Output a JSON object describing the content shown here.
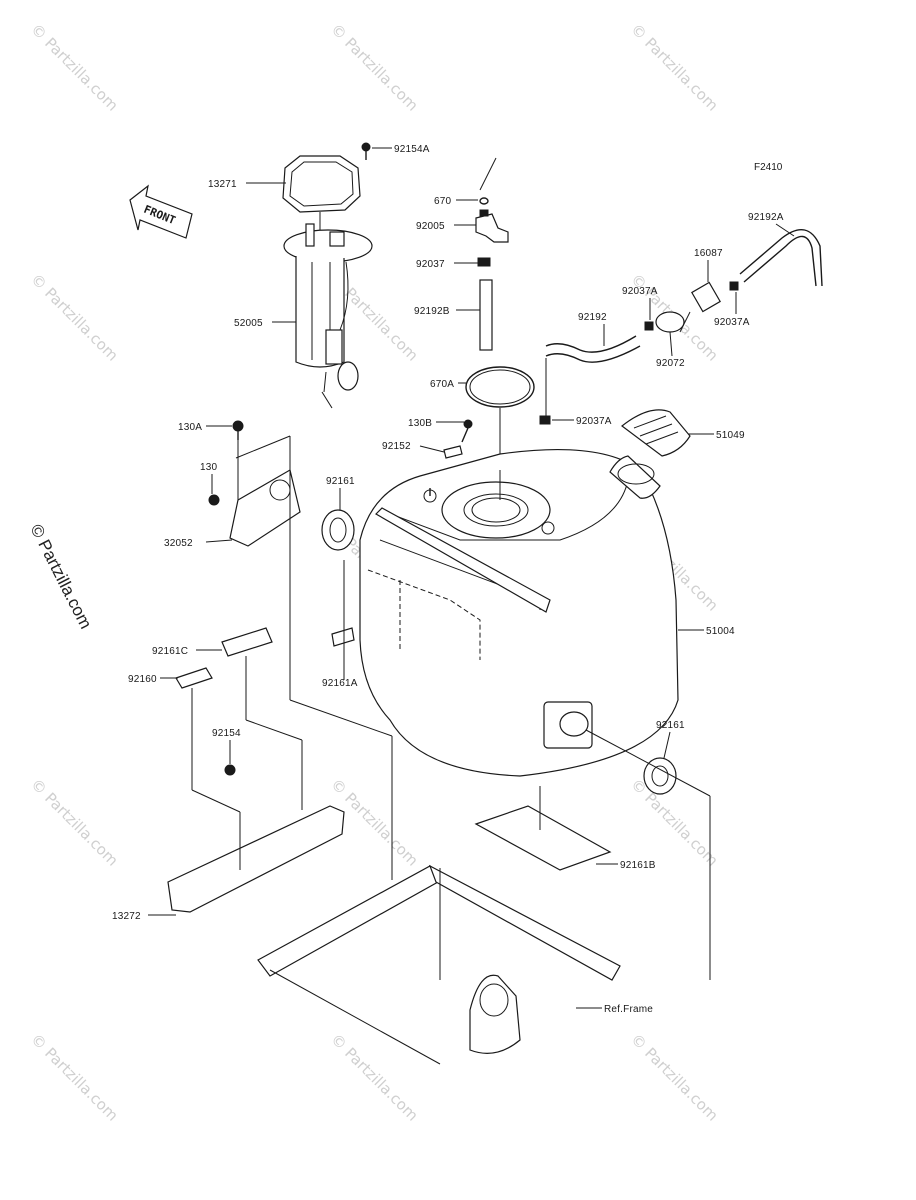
{
  "figure_code": "F2410",
  "front_label": "FRONT",
  "side_watermark": "© Partzilla.com",
  "watermark": "© Partzilla.com",
  "parts": {
    "p92154A": "92154A",
    "p13271": "13271",
    "p52005": "52005",
    "p670": "670",
    "p92005": "92005",
    "p92037": "92037",
    "p92192B": "92192B",
    "p670A": "670A",
    "p130B": "130B",
    "p92152": "92152",
    "p130A": "130A",
    "p130": "130",
    "p32052": "32052",
    "p92161_top": "92161",
    "p92161A": "92161A",
    "p92161C": "92161C",
    "p92160": "92160",
    "p92154": "92154",
    "p13272": "13272",
    "p92192A": "92192A",
    "p16087": "16087",
    "p92037A_a": "92037A",
    "p92037A_b": "92037A",
    "p92037A_c": "92037A",
    "p92192": "92192",
    "p92072": "92072",
    "p51049": "51049",
    "p51004": "51004",
    "p92161_right": "92161",
    "p92161B": "92161B",
    "ref_frame": "Ref.Frame"
  }
}
